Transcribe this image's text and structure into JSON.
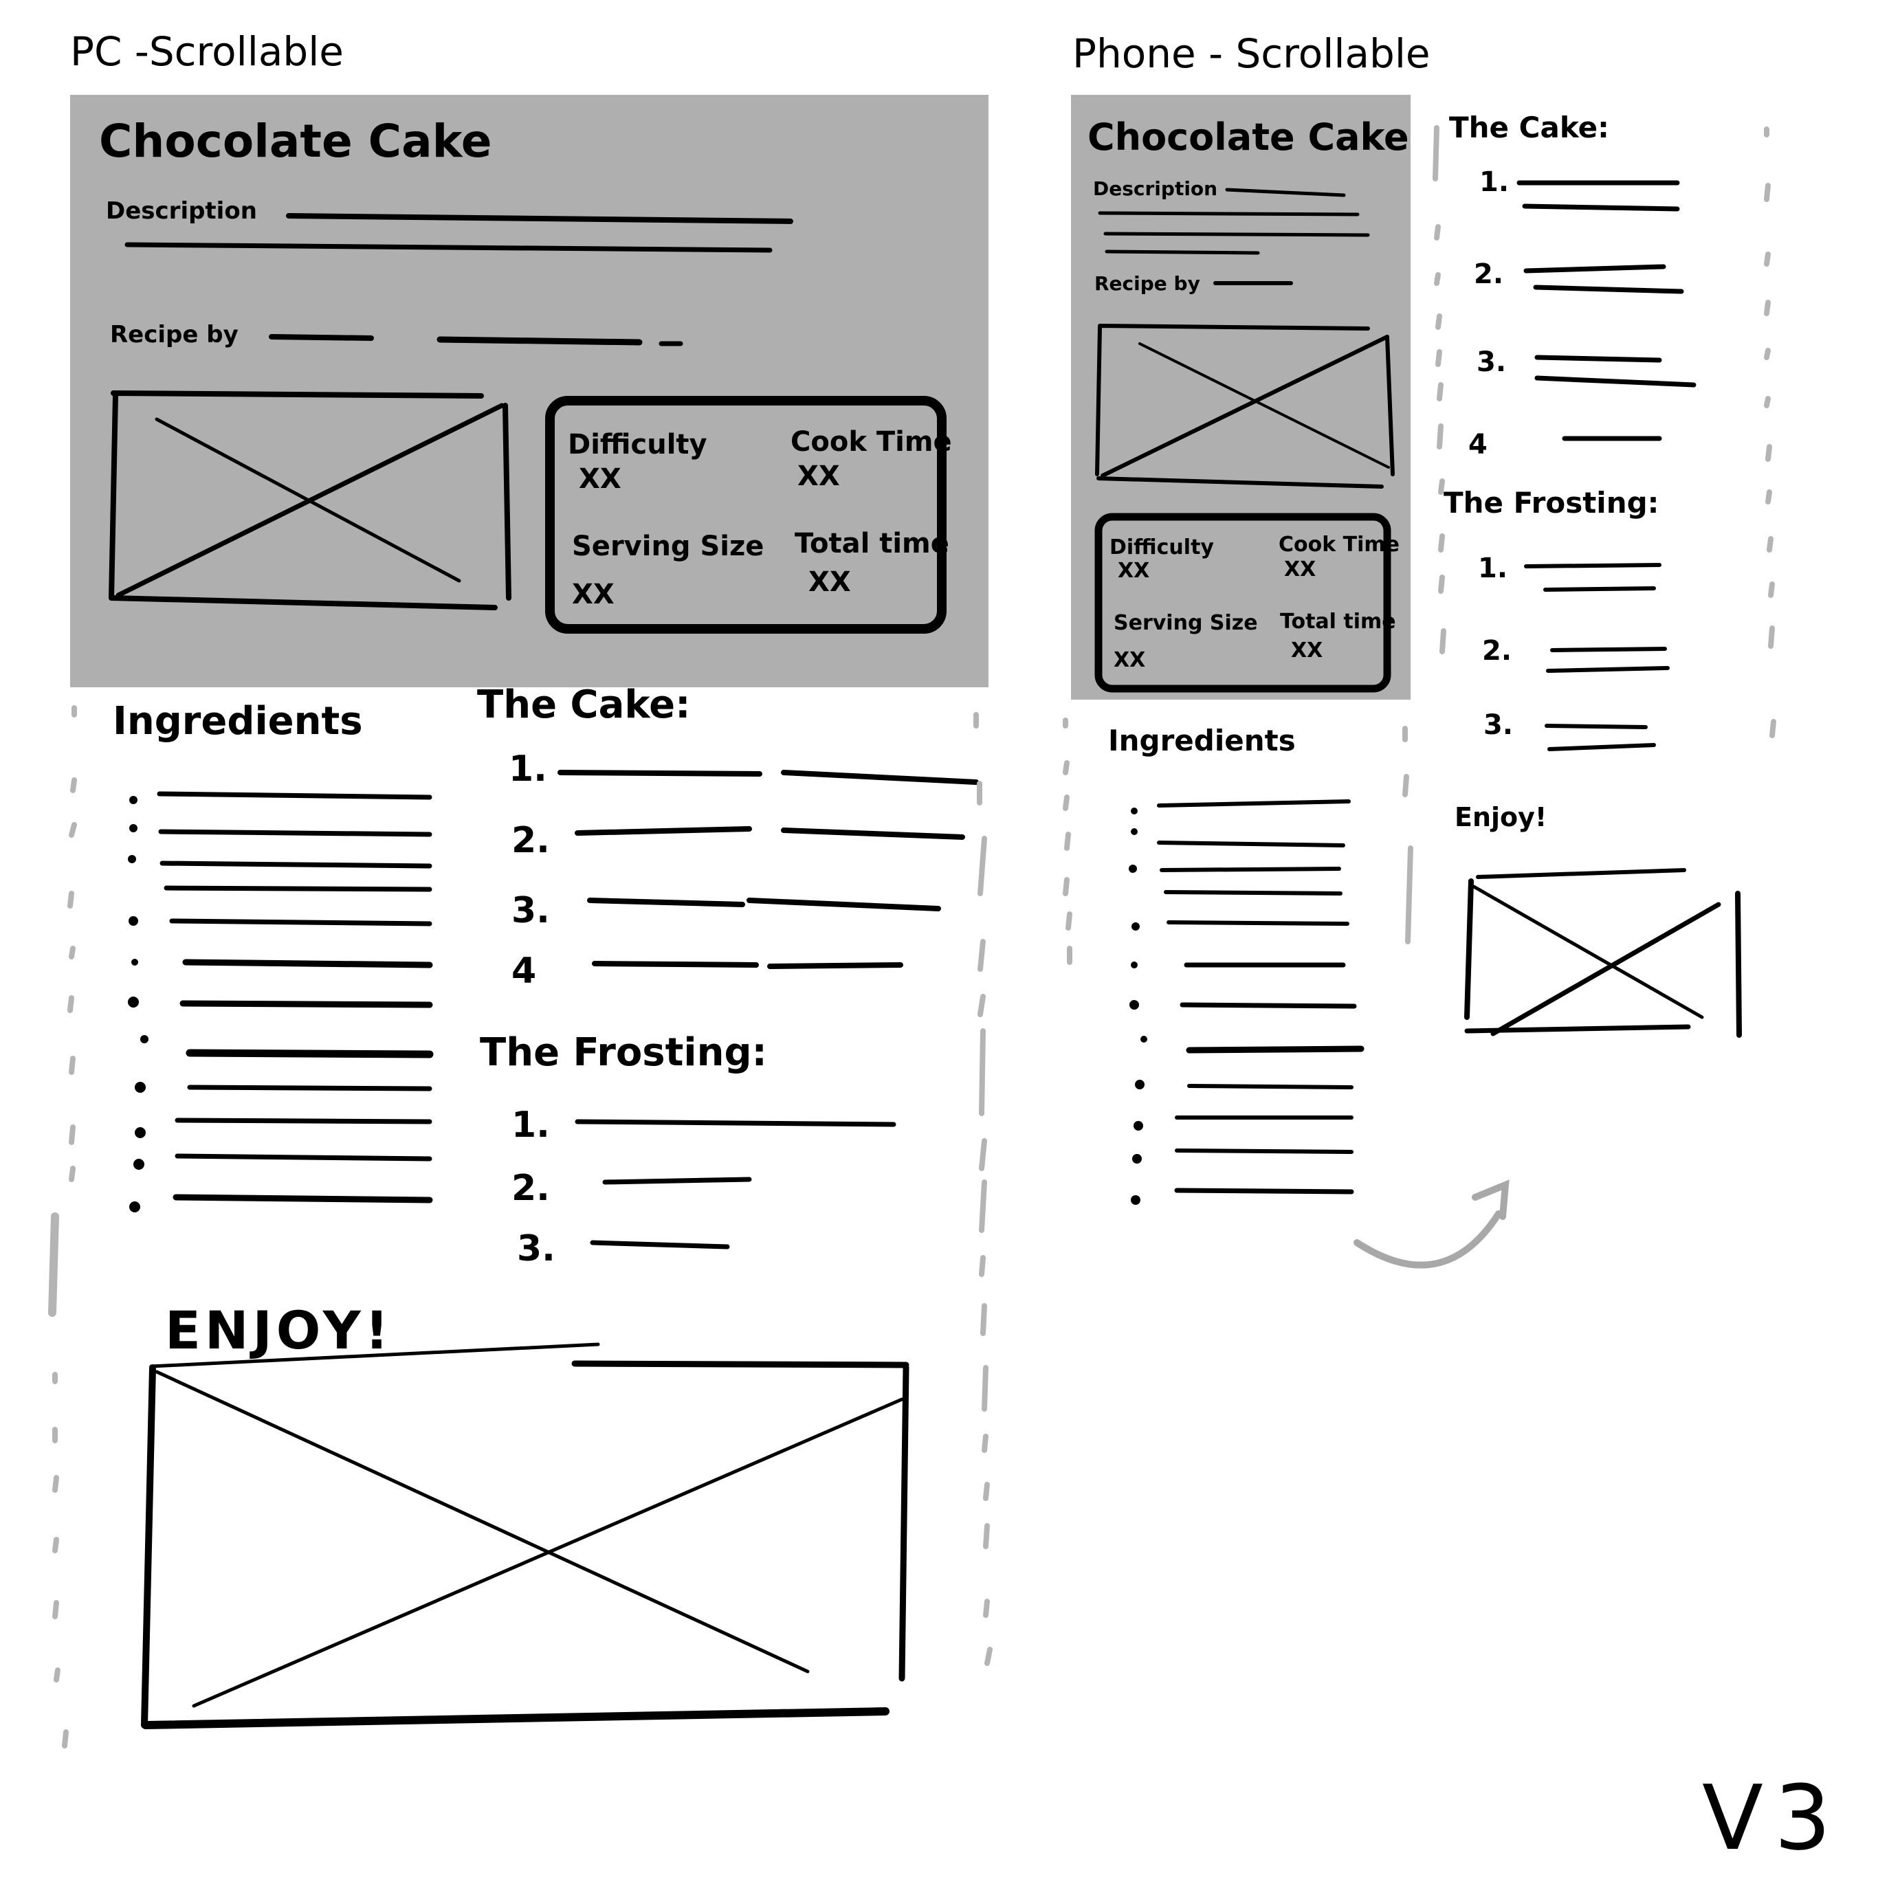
{
  "pc": {
    "label": "PC -Scrollable",
    "title": "Chocolate Cake",
    "description_label": "Description",
    "recipe_by_label": "Recipe by",
    "info": {
      "difficulty_label": "Difficulty",
      "difficulty_value": "XX",
      "cook_time_label": "Cook Time",
      "cook_time_value": "XX",
      "serving_size_label": "Serving Size",
      "serving_size_value": "XX",
      "total_time_label": "Total time",
      "total_time_value": "XX"
    },
    "ingredients_heading": "Ingredients",
    "cake_heading": "The Cake:",
    "cake_steps": [
      "1.",
      "2.",
      "3.",
      "4"
    ],
    "frosting_heading": "The Frosting:",
    "frosting_steps": [
      "1.",
      "2.",
      "3."
    ],
    "enjoy": "ENJOY!"
  },
  "phone": {
    "label": "Phone - Scrollable",
    "title": "Chocolate Cake",
    "description_label": "Description",
    "recipe_by_label": "Recipe by",
    "info": {
      "difficulty_label": "Difficulty",
      "difficulty_value": "XX",
      "cook_time_label": "Cook Time",
      "cook_time_value": "XX",
      "serving_size_label": "Serving Size",
      "serving_size_value": "XX",
      "total_time_label": "Total time",
      "total_time_value": "XX"
    },
    "ingredients_heading": "Ingredients",
    "cake_heading": "The Cake:",
    "cake_steps": [
      "1.",
      "2.",
      "3.",
      "4"
    ],
    "frosting_heading": "The Frosting:",
    "frosting_steps": [
      "1.",
      "2.",
      "3."
    ],
    "enjoy": "Enjoy!"
  },
  "version": "V3",
  "colors": {
    "panel_gray": "#afafaf",
    "ink": "#000000",
    "scroll_gray": "#b4b4b4",
    "background": "#ffffff"
  },
  "icons": {
    "image_placeholder": "x-box-icon",
    "flow_arrow": "curved-arrow-icon"
  }
}
